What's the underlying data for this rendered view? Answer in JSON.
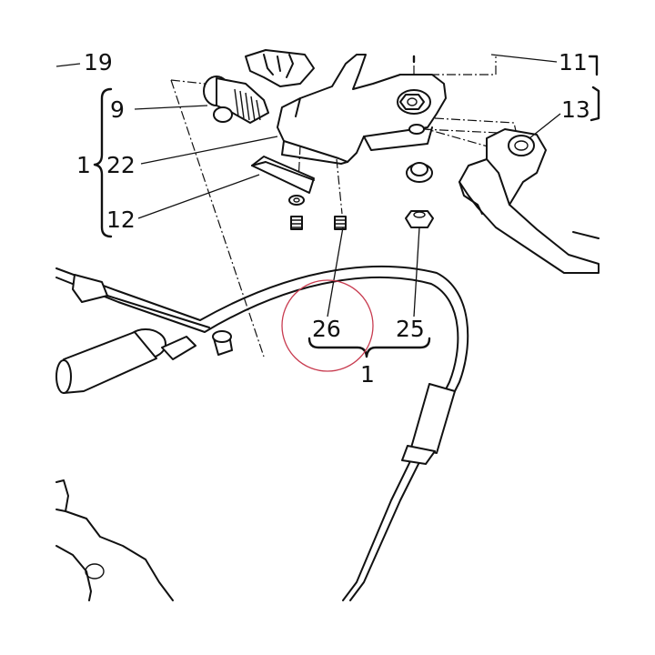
{
  "callouts": {
    "c19": "19",
    "c9": "9",
    "c1_left": "1",
    "c22": "22",
    "c12": "12",
    "c11": "11",
    "c13": "13",
    "c26": "26",
    "c25": "25",
    "c1_bottom": "1"
  },
  "colors": {
    "line": "#111111",
    "highlight_circle": "#c83c50",
    "background": "#ffffff"
  }
}
